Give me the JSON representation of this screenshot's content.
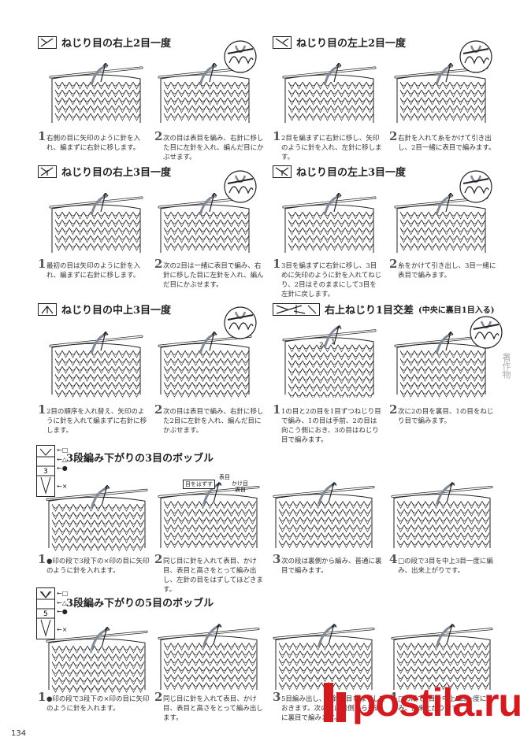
{
  "colors": {
    "logo": "#d6191e",
    "ink": "#222222",
    "yarn": "#7f8a99"
  },
  "sections": [
    {
      "id": "s1",
      "title": "ねじり目の右上2目一度",
      "steps": [
        {
          "n": "1",
          "text": "右側の目に矢印のように針を入れ、編まずに右針に移します。"
        },
        {
          "n": "2",
          "text": "次の目は表目を編み、右針に移した目に左針を入れ、編んだ目にかぶせます。"
        }
      ]
    },
    {
      "id": "s2",
      "title": "ねじり目の左上2目一度",
      "steps": [
        {
          "n": "1",
          "text": "2目を編まずに右針に移し、矢印のように針を入れ、左針に移します。"
        },
        {
          "n": "2",
          "text": "右針を入れて糸をかけて引き出し、2目一緒に表目で編みます。"
        }
      ]
    },
    {
      "id": "s3",
      "title": "ねじり目の右上3目一度",
      "steps": [
        {
          "n": "1",
          "text": "最初の目は矢印のように針を入れ、編まずに右針に移します。"
        },
        {
          "n": "2",
          "text": "次の2目は一緒に表目で編み、右針に移した目に左針を入れ、編んだ目にかぶせます。"
        }
      ]
    },
    {
      "id": "s4",
      "title": "ねじり目の左上3目一度",
      "steps": [
        {
          "n": "1",
          "text": "3目を編まずに右針に移し、3目めに矢印のように針を入れてねじり、2目はそのままにして3目を左針に戻します。"
        },
        {
          "n": "2",
          "text": "糸をかけて引き出し、3目一緒に表目で編みます。"
        }
      ]
    },
    {
      "id": "s5",
      "title": "ねじり目の中上3目一度",
      "steps": [
        {
          "n": "1",
          "text": "2目の順序を入れ替え、矢印のように針を入れて編まずに右針に移します。"
        },
        {
          "n": "2",
          "text": "次の目は表目で編み、右針に移した2目に左針を入れ、編んだ目にかぶせます。"
        }
      ]
    },
    {
      "id": "s6",
      "title": "右上ねじり1目交差",
      "subtitle": "(中央に裏目1目入る)",
      "steps": [
        {
          "n": "1",
          "text": "1の目と2の目を1目ずつねじり目で編み、1の目は手前、2の目は向こう側におき、3の目はねじり目で編みます。"
        },
        {
          "n": "2",
          "text": "次に2の目を裏目、1の目をねじり目で編みます。"
        }
      ]
    },
    {
      "id": "s7",
      "title": "3段編み下がりの3目のボッブル",
      "labels": {
        "a": "目をはずす",
        "b": "表目",
        "c": "かけ目",
        "d": "表目"
      },
      "steps": [
        {
          "n": "1",
          "text": "●印の段で3段下の×印の目に矢印のように針を入れます。"
        },
        {
          "n": "2",
          "text": "同じ目に針を入れて表目、かけ目、表目と高さをとって編み出し、左針の目をはずしてほどきます。"
        },
        {
          "n": "3",
          "text": "次の段は裏側から編み、普通に裏目で編みます。"
        },
        {
          "n": "4",
          "text": "□の段で3目を中上3目一度に編み、出来上がりです。"
        }
      ]
    },
    {
      "id": "s8",
      "title": "3段編み下がりの5目のボッブル",
      "steps": [
        {
          "n": "1",
          "text": "●印の段で3段下の×印の目に矢印のように針を入れます。"
        },
        {
          "n": "2",
          "text": "同じ目に針を入れて表目、かけ目、表目と高さをとって編み出します。"
        },
        {
          "n": "3",
          "text": "5目編み出し、左針の目をはずしておきます。次の段は裏側から普通に裏目で編みます。"
        },
        {
          "n": "4",
          "text": "□の段で5目を中上5目一度に編み、出来上がりです。"
        }
      ]
    }
  ],
  "chart_labels": {
    "r1": "□",
    "r2": "△",
    "r3": "●",
    "r4": "×",
    "n3": "3",
    "n5": "5"
  },
  "strand_labels": {
    "one": "1",
    "two": "2",
    "three": "3"
  },
  "watermark": "著作物",
  "page_number": "134",
  "logo": "postila.ru"
}
